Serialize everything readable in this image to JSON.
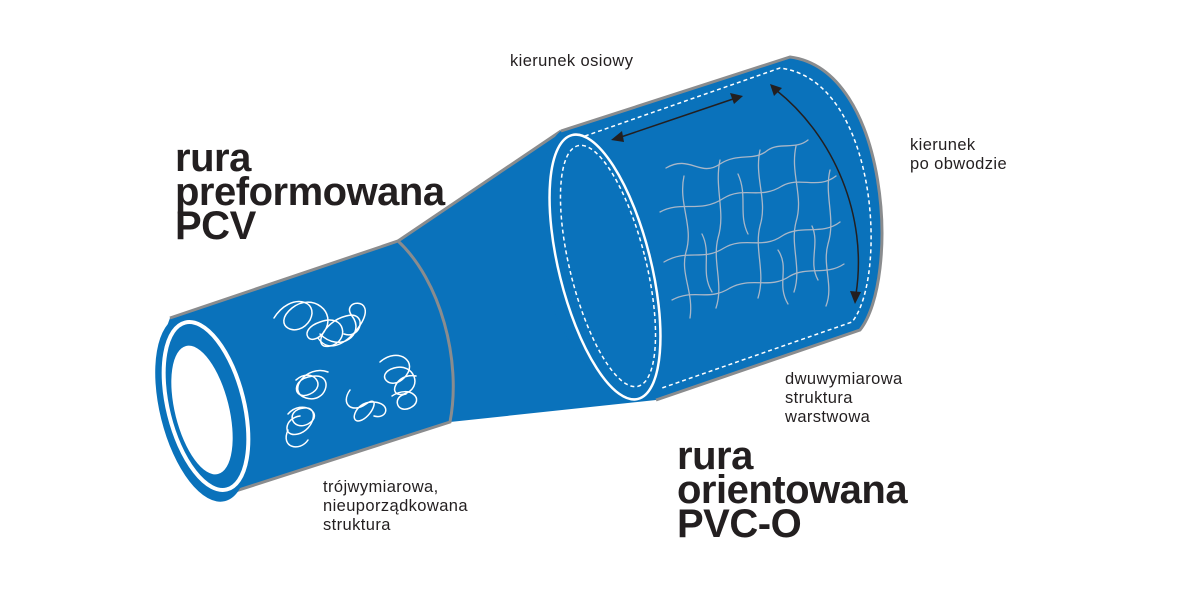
{
  "labels": {
    "preform": [
      "rura",
      "preformowana",
      "PCV"
    ],
    "oriented": [
      "rura",
      "orientowana",
      "PVC-O"
    ],
    "axial": [
      "kierunek osiowy"
    ],
    "circumferential": [
      "kierunek",
      "po obwodzie"
    ],
    "layered": [
      "dwuwymiarowa",
      "struktura",
      "warstwowa"
    ],
    "random": [
      "trójwymiarowa,",
      "nieuporządkowana",
      "struktura"
    ]
  },
  "colors": {
    "pipe_blue": "#0a72bb",
    "pipe_outline": "#8a8c8e",
    "text": "#231f20",
    "fiber_random": "#ffffff",
    "fiber_layered": "#a9b7c8"
  }
}
